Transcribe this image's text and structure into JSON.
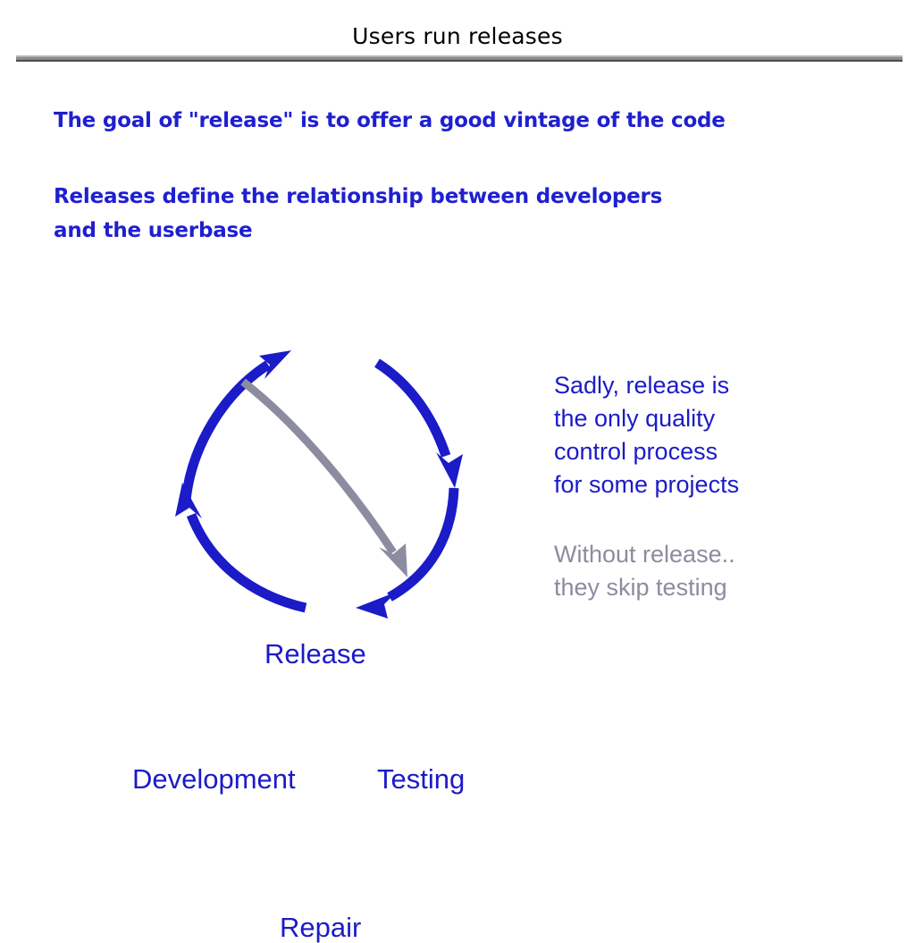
{
  "slide": {
    "title": "Users run releases",
    "background_color": "#ffffff",
    "accent_blue": "#1b1bc8",
    "accent_gray": "#8c8ca0",
    "rule_colors": [
      "#b4b4b4",
      "#8a8a8a",
      "#4d4d4d"
    ]
  },
  "body": {
    "bullets": [
      "The goal of \"release\" is to offer a good vintage of the code",
      "Releases define the relationship between developers\nand the userbase"
    ]
  },
  "diagram": {
    "type": "cycle",
    "nodes": [
      {
        "id": "release",
        "label": "Release"
      },
      {
        "id": "testing",
        "label": "Testing"
      },
      {
        "id": "repair",
        "label": "Repair"
      },
      {
        "id": "development",
        "label": "Development"
      }
    ],
    "edges": [
      {
        "from": "development",
        "to": "release",
        "color": "#1b1bc8",
        "style": "curved-arrow"
      },
      {
        "from": "release",
        "to": "testing",
        "color": "#1b1bc8",
        "style": "curved-arrow"
      },
      {
        "from": "testing",
        "to": "repair",
        "color": "#1b1bc8",
        "style": "curved-arrow"
      },
      {
        "from": "repair",
        "to": "development",
        "color": "#1b1bc8",
        "style": "curved-arrow"
      },
      {
        "from": "release",
        "to": "repair",
        "color": "#8c8ca0",
        "style": "curved-arrow-shortcut"
      }
    ]
  },
  "notes": {
    "primary": "Sadly, release is\nthe only quality\ncontrol process\nfor some projects",
    "secondary": "Without release..\nthey skip testing"
  }
}
